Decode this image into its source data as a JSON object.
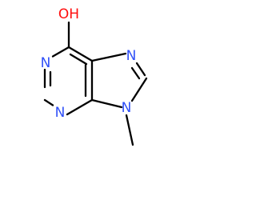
{
  "molecule": {
    "atoms": {
      "hydroxyl": {
        "label": "OH",
        "element": "O",
        "color": "#ff0d0d"
      },
      "n1": {
        "label": "N",
        "element": "N",
        "color": "#3050f8"
      },
      "n3": {
        "label": "N",
        "element": "N",
        "color": "#3050f8"
      },
      "n7": {
        "label": "N",
        "element": "N",
        "color": "#3050f8"
      },
      "n9": {
        "label": "N",
        "element": "N",
        "color": "#3050f8"
      }
    },
    "bond_color": "#000000",
    "background": "#ffffff"
  }
}
